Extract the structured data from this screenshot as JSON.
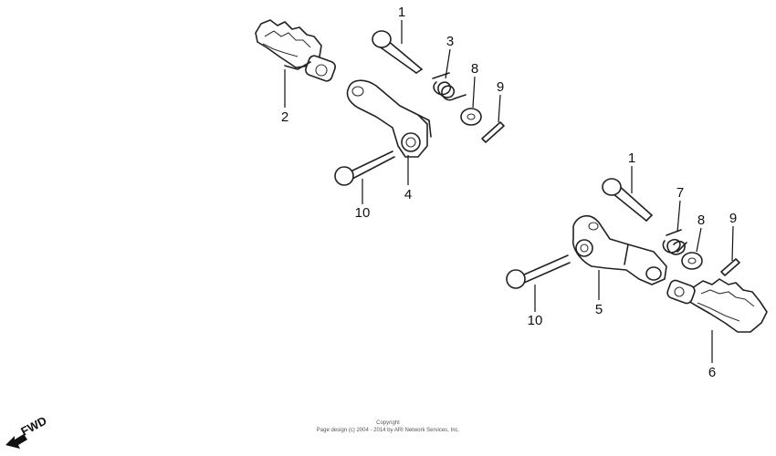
{
  "callouts": [
    {
      "id": "p1a",
      "text": "1"
    },
    {
      "id": "p2",
      "text": "2"
    },
    {
      "id": "p3",
      "text": "3"
    },
    {
      "id": "p4",
      "text": "4"
    },
    {
      "id": "p8a",
      "text": "8"
    },
    {
      "id": "p9a",
      "text": "9"
    },
    {
      "id": "p10a",
      "text": "10"
    },
    {
      "id": "p1b",
      "text": "1"
    },
    {
      "id": "p5",
      "text": "5"
    },
    {
      "id": "p6",
      "text": "6"
    },
    {
      "id": "p7",
      "text": "7"
    },
    {
      "id": "p8b",
      "text": "8"
    },
    {
      "id": "p9b",
      "text": "9"
    },
    {
      "id": "p10b",
      "text": "10"
    }
  ],
  "copyright": {
    "line1": "Copyright",
    "line2": "Page design (c) 2004 - 2014 by ARI Network Services, Inc."
  },
  "direction": {
    "label": "FWD",
    "icon": "forward-arrow-icon"
  },
  "colors": {
    "ink": "#222222",
    "background": "#ffffff"
  }
}
